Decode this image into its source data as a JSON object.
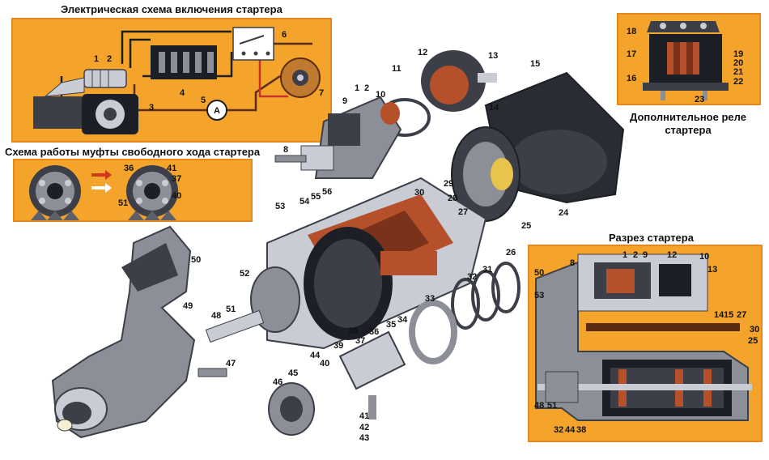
{
  "titles": {
    "circuit": "Электрическая схема включения стартера",
    "clutch": "Схема работы муфты свободного хода стартера",
    "relay": "Дополнительное реле стартера",
    "section": "Разрез стартера"
  },
  "colors": {
    "panel_orange": "#f4a42a",
    "panel_border": "#e8871d",
    "metal_light": "#c9ccd4",
    "metal_dark": "#3c3f48",
    "copper": "#b5502a",
    "body_black": "#1d1f26"
  },
  "callouts": {
    "circuit": [
      {
        "id": "cir-1",
        "text": "1"
      },
      {
        "id": "cir-2",
        "text": "2"
      },
      {
        "id": "cir-3",
        "text": "3"
      },
      {
        "id": "cir-4",
        "text": "4"
      },
      {
        "id": "cir-5",
        "text": "5"
      },
      {
        "id": "cir-6",
        "text": "6"
      },
      {
        "id": "cir-7",
        "text": "7"
      }
    ],
    "circuit_ammeter": "A",
    "clutch": [
      {
        "id": "cl-36",
        "text": "36"
      },
      {
        "id": "cl-41",
        "text": "41"
      },
      {
        "id": "cl-37",
        "text": "37"
      },
      {
        "id": "cl-51",
        "text": "51"
      },
      {
        "id": "cl-40",
        "text": "40"
      }
    ],
    "relay": [
      {
        "id": "rl-18",
        "text": "18"
      },
      {
        "id": "rl-19",
        "text": "19"
      },
      {
        "id": "rl-17",
        "text": "17"
      },
      {
        "id": "rl-20",
        "text": "20"
      },
      {
        "id": "rl-21",
        "text": "21"
      },
      {
        "id": "rl-16",
        "text": "16"
      },
      {
        "id": "rl-22",
        "text": "22"
      },
      {
        "id": "rl-23",
        "text": "23"
      }
    ],
    "exploded": [
      {
        "id": "ex-1",
        "text": "1"
      },
      {
        "id": "ex-2",
        "text": "2"
      },
      {
        "id": "ex-9",
        "text": "9"
      },
      {
        "id": "ex-10",
        "text": "10"
      },
      {
        "id": "ex-11",
        "text": "11"
      },
      {
        "id": "ex-12",
        "text": "12"
      },
      {
        "id": "ex-13",
        "text": "13"
      },
      {
        "id": "ex-15",
        "text": "15"
      },
      {
        "id": "ex-14",
        "text": "14"
      },
      {
        "id": "ex-8",
        "text": "8"
      },
      {
        "id": "ex-29",
        "text": "29"
      },
      {
        "id": "ex-28",
        "text": "28"
      },
      {
        "id": "ex-27",
        "text": "27"
      },
      {
        "id": "ex-25",
        "text": "25"
      },
      {
        "id": "ex-24",
        "text": "24"
      },
      {
        "id": "ex-30",
        "text": "30"
      },
      {
        "id": "ex-56",
        "text": "56"
      },
      {
        "id": "ex-55",
        "text": "55"
      },
      {
        "id": "ex-54",
        "text": "54"
      },
      {
        "id": "ex-53",
        "text": "53"
      },
      {
        "id": "ex-50",
        "text": "50"
      },
      {
        "id": "ex-49",
        "text": "49"
      },
      {
        "id": "ex-52",
        "text": "52"
      },
      {
        "id": "ex-51",
        "text": "51"
      },
      {
        "id": "ex-48",
        "text": "48"
      },
      {
        "id": "ex-47",
        "text": "47"
      },
      {
        "id": "ex-44",
        "text": "44"
      },
      {
        "id": "ex-39",
        "text": "39"
      },
      {
        "id": "ex-38",
        "text": "38"
      },
      {
        "id": "ex-40",
        "text": "40"
      },
      {
        "id": "ex-34",
        "text": "34"
      },
      {
        "id": "ex-33",
        "text": "33"
      },
      {
        "id": "ex-32",
        "text": "32"
      },
      {
        "id": "ex-31",
        "text": "31"
      },
      {
        "id": "ex-26",
        "text": "26"
      },
      {
        "id": "ex-35",
        "text": "35"
      },
      {
        "id": "ex-36",
        "text": "36"
      },
      {
        "id": "ex-37",
        "text": "37"
      },
      {
        "id": "ex-45",
        "text": "45"
      },
      {
        "id": "ex-46",
        "text": "46"
      },
      {
        "id": "ex-41",
        "text": "41"
      },
      {
        "id": "ex-42",
        "text": "42"
      },
      {
        "id": "ex-43",
        "text": "43"
      }
    ],
    "section": [
      {
        "id": "sc-1",
        "text": "1"
      },
      {
        "id": "sc-2",
        "text": "2"
      },
      {
        "id": "sc-9",
        "text": "9"
      },
      {
        "id": "sc-12",
        "text": "12"
      },
      {
        "id": "sc-10",
        "text": "10"
      },
      {
        "id": "sc-8",
        "text": "8"
      },
      {
        "id": "sc-13",
        "text": "13"
      },
      {
        "id": "sc-50",
        "text": "50"
      },
      {
        "id": "sc-53",
        "text": "53"
      },
      {
        "id": "sc-14",
        "text": "14"
      },
      {
        "id": "sc-15",
        "text": "15"
      },
      {
        "id": "sc-27",
        "text": "27"
      },
      {
        "id": "sc-30",
        "text": "30"
      },
      {
        "id": "sc-25",
        "text": "25"
      },
      {
        "id": "sc-48",
        "text": "48"
      },
      {
        "id": "sc-51",
        "text": "51"
      },
      {
        "id": "sc-32",
        "text": "32"
      },
      {
        "id": "sc-44",
        "text": "44"
      },
      {
        "id": "sc-38",
        "text": "38"
      }
    ]
  }
}
